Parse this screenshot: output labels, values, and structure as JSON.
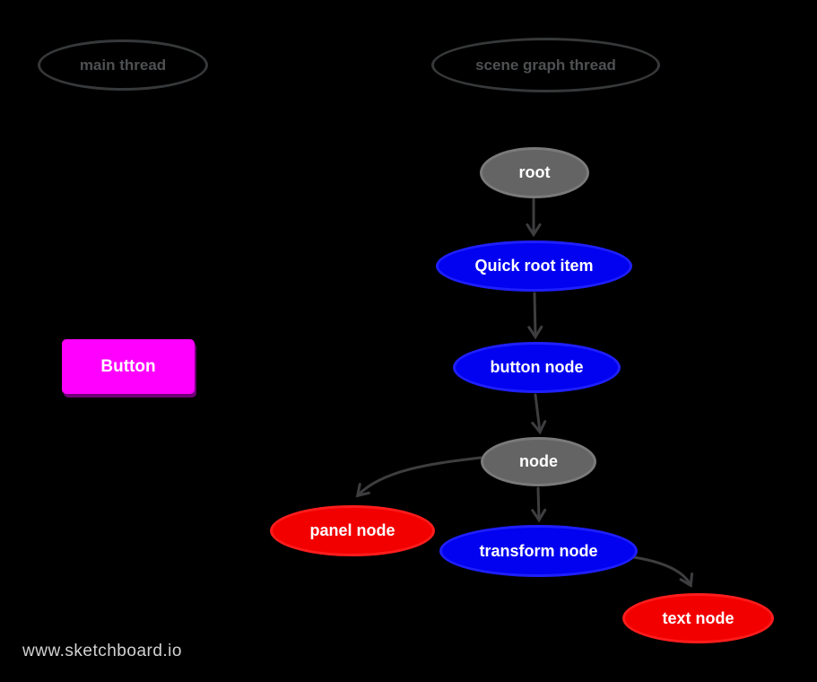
{
  "canvas": {
    "watermark": "www.sketchboard.io"
  },
  "colors": {
    "background": "#000000",
    "node_blue": "#0202f0",
    "node_red": "#f20000",
    "node_gray": "#646464",
    "button_magenta": "#ff00ff",
    "edge_stroke": "#3e3e40",
    "lane_outline": "#36383a",
    "lane_text": "#4e5052",
    "watermark_text": "#d2d2d2",
    "node_text": "#ffffff"
  },
  "lanes": [
    {
      "id": "main-thread",
      "label": "main thread"
    },
    {
      "id": "scene-graph-thread",
      "label": "scene graph thread"
    }
  ],
  "nodes": [
    {
      "id": "root",
      "label": "root",
      "shape": "ellipse",
      "color": "gray"
    },
    {
      "id": "quick-root-item",
      "label": "Quick root item",
      "shape": "ellipse",
      "color": "blue"
    },
    {
      "id": "button-node",
      "label": "button node",
      "shape": "ellipse",
      "color": "blue"
    },
    {
      "id": "node",
      "label": "node",
      "shape": "ellipse",
      "color": "gray"
    },
    {
      "id": "panel-node",
      "label": "panel node",
      "shape": "ellipse",
      "color": "red"
    },
    {
      "id": "transform-node",
      "label": "transform node",
      "shape": "ellipse",
      "color": "blue"
    },
    {
      "id": "text-node",
      "label": "text node",
      "shape": "ellipse",
      "color": "red"
    },
    {
      "id": "button",
      "label": "Button",
      "shape": "rectangle",
      "color": "magenta"
    }
  ],
  "edges": [
    {
      "from": "root",
      "to": "quick-root-item",
      "style": "straight-arrow"
    },
    {
      "from": "quick-root-item",
      "to": "button-node",
      "style": "straight-arrow"
    },
    {
      "from": "button-node",
      "to": "node",
      "style": "straight-arrow"
    },
    {
      "from": "node",
      "to": "transform-node",
      "style": "straight-arrow"
    },
    {
      "from": "node",
      "to": "panel-node",
      "style": "curved-arrow"
    },
    {
      "from": "transform-node",
      "to": "text-node",
      "style": "curved-arrow"
    }
  ]
}
